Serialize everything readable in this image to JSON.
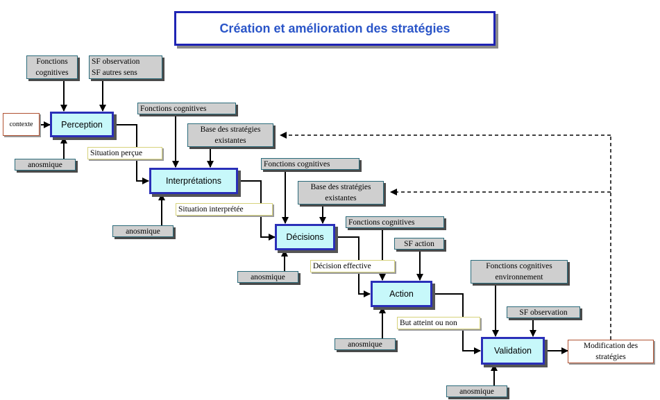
{
  "title": "Création et amélioration des stratégies",
  "steps": {
    "perception": "Perception",
    "interpretations": "Interprétations",
    "decisions": "Décisions",
    "action": "Action",
    "validation": "Validation"
  },
  "context": "contexte",
  "outputs": {
    "situation_percue": "Situation perçue",
    "situation_interpretee": "Situation interprétée",
    "decision_effective": "Décision effective",
    "but_atteint": "But atteint ou non"
  },
  "inputs": {
    "fc_perception_line1": "Fonctions",
    "fc_perception_line2": "cognitives",
    "sf_line1": "SF observation",
    "sf_line2": "SF autres sens",
    "fc_interp": "Fonctions cognitives",
    "base1_line1": "Base des stratégies",
    "base1_line2": "existantes",
    "fc_decisions": "Fonctions cognitives",
    "base2_line1": "Base des stratégies",
    "base2_line2": "existantes",
    "fc_action": "Fonctions cognitives",
    "sf_action": "SF action",
    "fc_env_line1": "Fonctions cognitives",
    "fc_env_line2": "environnement",
    "sf_observation": "SF observation"
  },
  "anosmique": [
    "anosmique",
    "anosmique",
    "anosmique",
    "anosmique",
    "anosmique"
  ],
  "modification": {
    "line1": "Modification des",
    "line2": "stratégies"
  }
}
